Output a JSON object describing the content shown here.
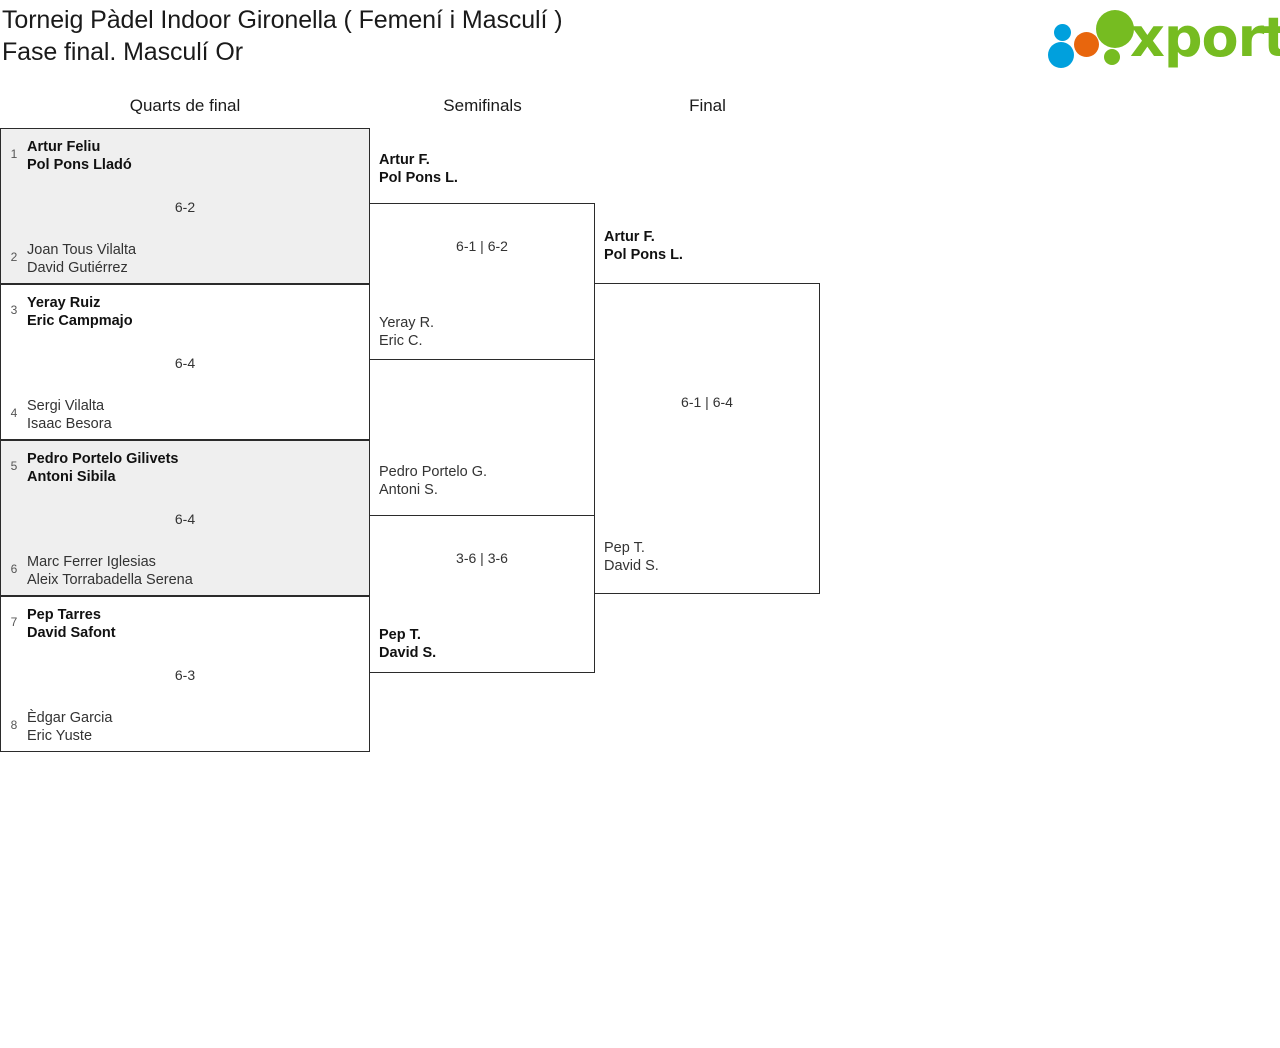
{
  "header": {
    "title_line1": "Torneig Pàdel Indoor Gironella ( Femení i Masculí )",
    "title_line2": "Fase final. Masculí Or",
    "logo_text": "xporty"
  },
  "rounds": [
    {
      "id": "quarts",
      "label": "Quarts de final"
    },
    {
      "id": "semifinals",
      "label": "Semifinals"
    },
    {
      "id": "final",
      "label": "Final"
    }
  ],
  "quarterfinals": [
    {
      "score": "6-2",
      "top": {
        "seed": "1",
        "p1": "Artur Feliu",
        "p2": "Pol Pons Lladó",
        "winner": true
      },
      "bottom": {
        "seed": "2",
        "p1": "Joan Tous Vilalta",
        "p2": "David Gutiérrez",
        "winner": false
      }
    },
    {
      "score": "6-4",
      "top": {
        "seed": "3",
        "p1": "Yeray Ruiz",
        "p2": "Eric Campmajo",
        "winner": true
      },
      "bottom": {
        "seed": "4",
        "p1": "Sergi Vilalta",
        "p2": "Isaac Besora",
        "winner": false
      }
    },
    {
      "score": "6-4",
      "top": {
        "seed": "5",
        "p1": "Pedro Portelo Gilivets",
        "p2": "Antoni Sibila",
        "winner": true
      },
      "bottom": {
        "seed": "6",
        "p1": "Marc Ferrer Iglesias",
        "p2": "Aleix Torrabadella Serena",
        "winner": false
      }
    },
    {
      "score": "6-3",
      "top": {
        "seed": "7",
        "p1": "Pep Tarres",
        "p2": "David Safont",
        "winner": true
      },
      "bottom": {
        "seed": "8",
        "p1": "Èdgar Garcia",
        "p2": "Eric Yuste",
        "winner": false
      }
    }
  ],
  "semifinals": [
    {
      "score": "6-1 | 6-2",
      "top": {
        "p1": "Artur F.",
        "p2": "Pol Pons L.",
        "winner": true
      },
      "bottom": {
        "p1": "Yeray R.",
        "p2": "Eric C.",
        "winner": false
      }
    },
    {
      "score": "3-6 | 3-6",
      "top": {
        "p1": "Pedro Portelo G.",
        "p2": "Antoni S.",
        "winner": false
      },
      "bottom": {
        "p1": "Pep T.",
        "p2": "David S.",
        "winner": true
      }
    }
  ],
  "final": {
    "score": "6-1 | 6-4",
    "top": {
      "p1": "Artur F.",
      "p2": "Pol Pons L.",
      "winner": true
    },
    "bottom": {
      "p1": "Pep T.",
      "p2": "David S.",
      "winner": false
    }
  },
  "colors": {
    "logo_green": "#76bc21",
    "logo_blue": "#00a0dd",
    "logo_orange": "#e8660d",
    "box_border": "#2b2b2b",
    "shaded_bg": "#efefef"
  }
}
